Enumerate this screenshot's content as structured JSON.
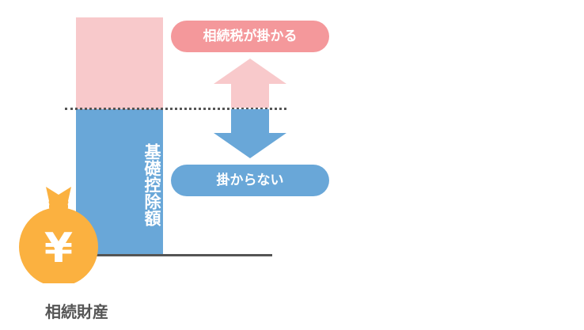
{
  "diagram": {
    "upper_label": "相続税が掛かる",
    "lower_label": "掛からない",
    "bar_label": "基礎控除額",
    "asset_label": "相続財産",
    "currency_symbol": "¥"
  },
  "colors": {
    "pink_light": "#f8c9cb",
    "pink_pill": "#f4989b",
    "blue": "#69a7d8",
    "bag_orange": "#fbb140",
    "line_gray": "#555555"
  },
  "icons": {
    "bag": "money-bag-icon",
    "arrows": "up-down-arrow-icon"
  }
}
